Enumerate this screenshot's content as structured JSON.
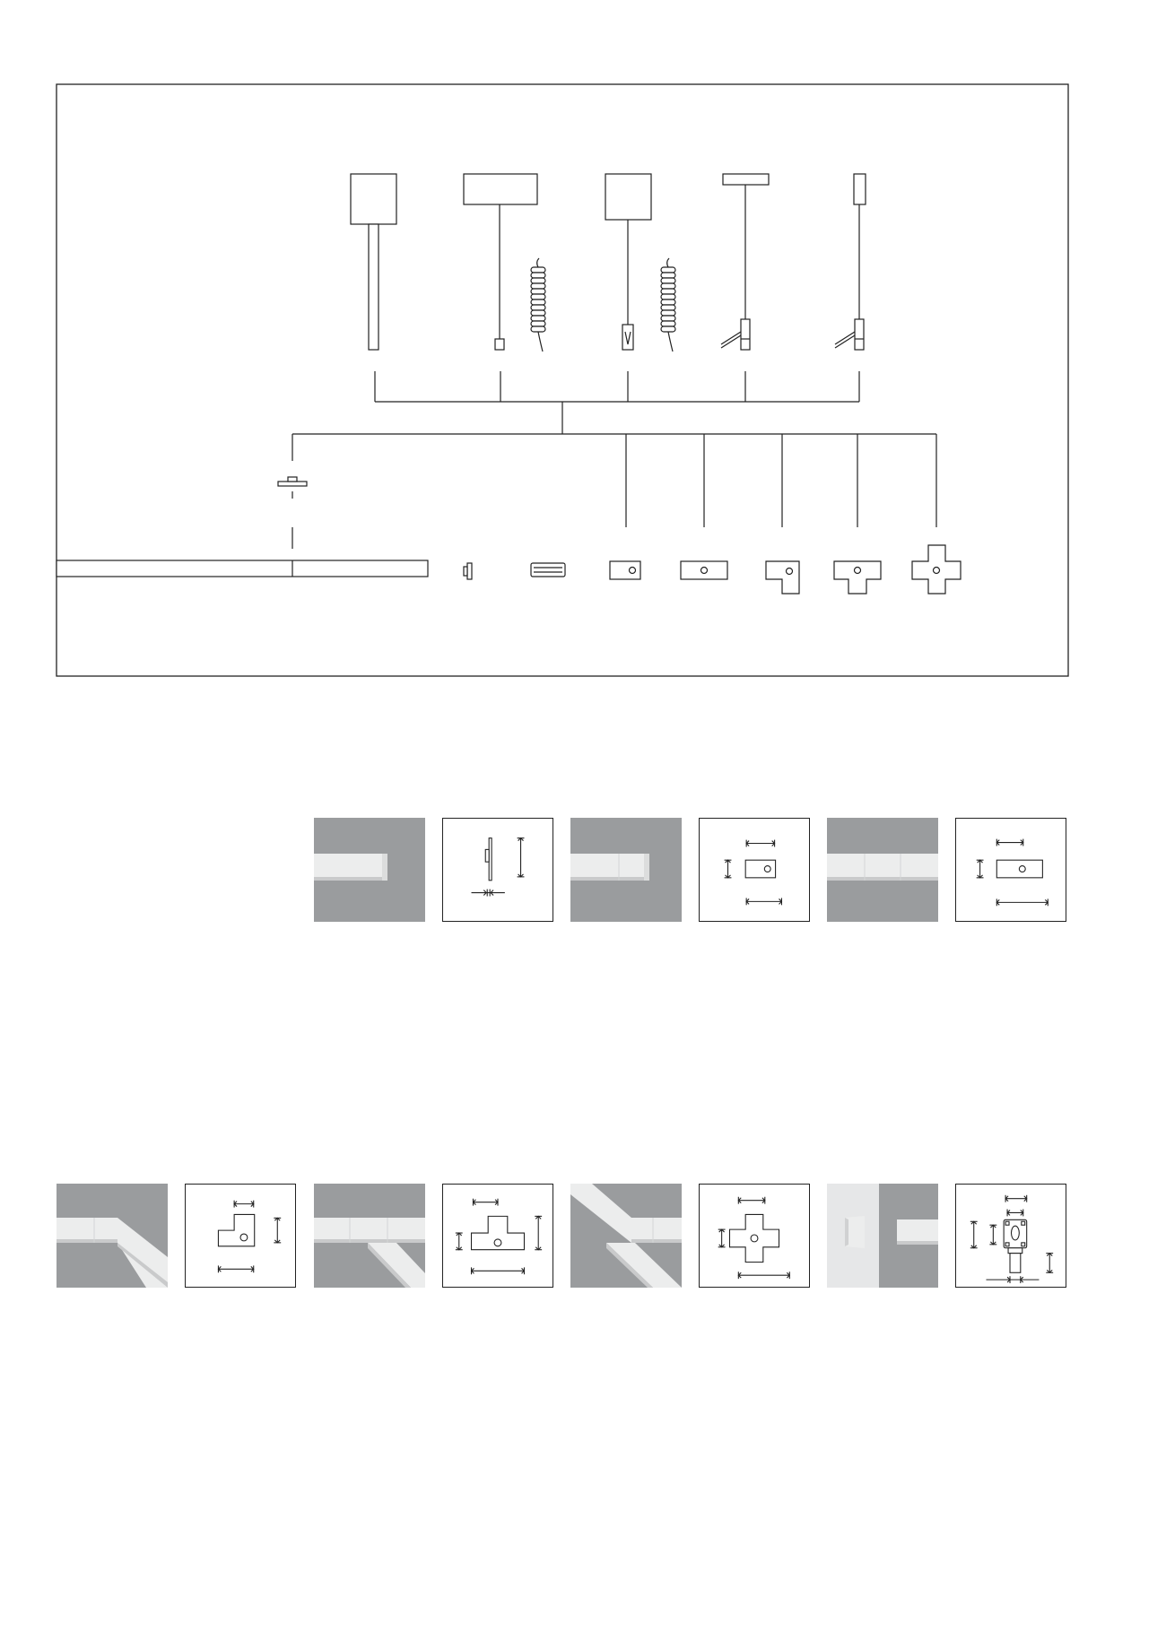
{
  "colors": {
    "line": "#222222",
    "photo_bg": "#9a9c9e",
    "profile": "#eceded",
    "profile_shadow": "#c9cacb",
    "panel_light": "#e6e7e8"
  },
  "system_diagram": {
    "suspensions": [
      {
        "icon": "rod-pendant-icon"
      },
      {
        "icon": "cable-pendant-wide-canopy-icon"
      },
      {
        "icon": "coiled-power-cord-icon"
      },
      {
        "icon": "cable-pendant-square-canopy-icon"
      },
      {
        "icon": "coiled-power-cord-icon"
      },
      {
        "icon": "slim-canopy-cable-adjuster-icon"
      },
      {
        "icon": "narrow-canopy-cable-adjuster-icon"
      }
    ],
    "profile_components": [
      {
        "icon": "surface-mount-clip-icon"
      },
      {
        "icon": "luminaire-profile-icon"
      },
      {
        "icon": "end-cap-icon"
      },
      {
        "icon": "inline-connector-icon"
      },
      {
        "icon": "short-straight-joint-icon"
      },
      {
        "icon": "long-straight-joint-icon"
      },
      {
        "icon": "l-corner-joint-icon"
      },
      {
        "icon": "t-joint-icon"
      },
      {
        "icon": "x-cross-joint-icon"
      }
    ]
  },
  "tile_rows": [
    {
      "tiles": [
        {
          "type": "photo",
          "icon": "end-cap-photo"
        },
        {
          "type": "drawing",
          "icon": "end-cap-dimension-drawing-icon"
        },
        {
          "type": "photo",
          "icon": "short-joint-photo"
        },
        {
          "type": "drawing",
          "icon": "short-joint-dimension-drawing-icon"
        },
        {
          "type": "photo",
          "icon": "long-joint-photo"
        },
        {
          "type": "drawing",
          "icon": "long-joint-dimension-drawing-icon"
        }
      ]
    },
    {
      "tiles": [
        {
          "type": "photo",
          "icon": "l-corner-photo"
        },
        {
          "type": "drawing",
          "icon": "l-corner-dimension-drawing-icon"
        },
        {
          "type": "photo",
          "icon": "t-joint-photo"
        },
        {
          "type": "drawing",
          "icon": "t-joint-dimension-drawing-icon"
        },
        {
          "type": "photo",
          "icon": "x-cross-photo"
        },
        {
          "type": "drawing",
          "icon": "x-cross-dimension-drawing-icon"
        },
        {
          "type": "photo",
          "icon": "surface-clip-photo"
        },
        {
          "type": "drawing",
          "icon": "surface-clip-dimension-drawing-icon"
        }
      ]
    }
  ]
}
